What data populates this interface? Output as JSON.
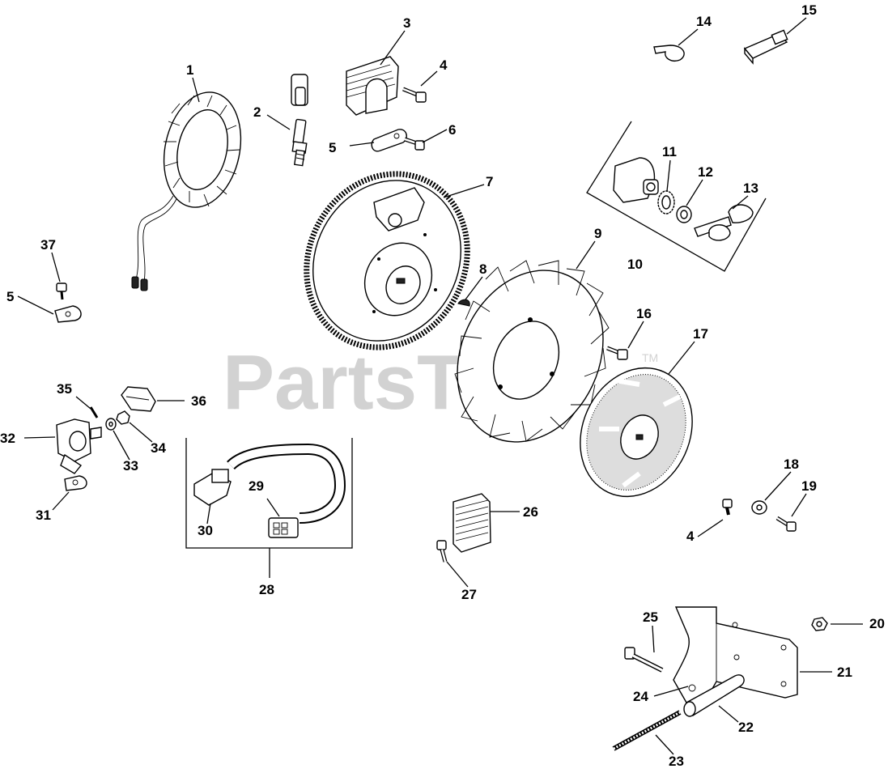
{
  "watermark": {
    "text": "PartsTree",
    "trademark": "TM"
  },
  "callouts": [
    "1",
    "2",
    "3",
    "4",
    "5",
    "6",
    "7",
    "8",
    "9",
    "10",
    "11",
    "12",
    "13",
    "14",
    "15",
    "16",
    "17",
    "18",
    "19",
    "20",
    "21",
    "22",
    "23",
    "24",
    "25",
    "26",
    "27",
    "28",
    "29",
    "30",
    "31",
    "32",
    "33",
    "34",
    "35",
    "36",
    "37",
    "5",
    "4"
  ]
}
